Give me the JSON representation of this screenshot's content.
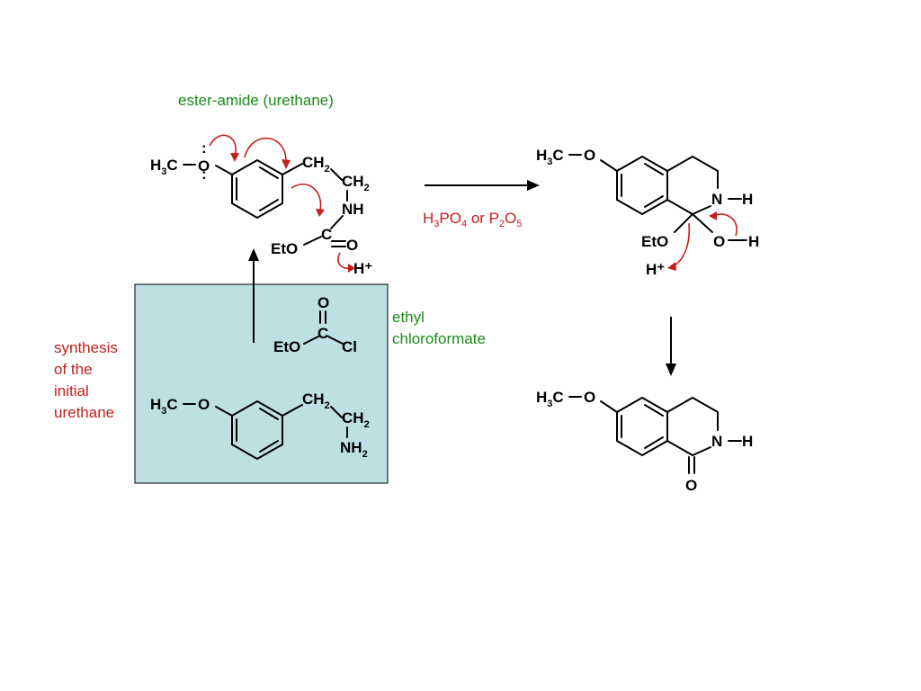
{
  "annotations": {
    "urethane_label": "ester-amide (urethane)",
    "reagent_label_line1": "ethyl",
    "reagent_label_line2": "chloroformate",
    "synthesis_line1": "synthesis",
    "synthesis_line2": "of the",
    "synthesis_line3": "initial",
    "synthesis_line4": "urethane"
  },
  "conditions": {
    "acid_1": "H",
    "acid_1_sub": "3",
    "acid_1_rest": "PO",
    "acid_1_sub2": "4",
    "connector": " or P",
    "acid_2_sub": "2",
    "acid_2_rest": "O",
    "acid_2_sub2": "5"
  },
  "atoms": {
    "h": "H",
    "c": "C",
    "o": "O",
    "n": "N",
    "nh": "NH",
    "ch": "CH",
    "cl": "Cl",
    "eto": "EtO",
    "sub3": "3",
    "sub2": "2",
    "hplus": "H⁺",
    "lone_pair": ":"
  },
  "colors": {
    "box_fill": "#bfe0e3",
    "green": "#1a8a1a",
    "red": "#c41e1e"
  }
}
